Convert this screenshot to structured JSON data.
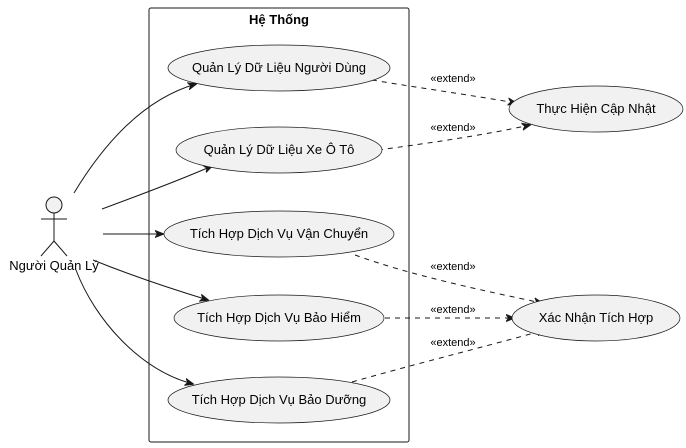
{
  "system": {
    "title": "Hệ Thống"
  },
  "actor": {
    "label": "Người Quản Lý"
  },
  "use_cases": {
    "manage_users": "Quản Lý Dữ Liệu Người Dùng",
    "manage_cars": "Quản Lý Dữ Liệu Xe Ô Tô",
    "shipping": "Tích Hợp Dịch Vụ Vận Chuyển",
    "insurance": "Tích Hợp Dịch Vụ Bảo Hiểm",
    "maintenance": "Tích Hợp Dịch Vụ Bảo Dưỡng",
    "perform_update": "Thực Hiện Cập Nhật",
    "confirm_integration": "Xác Nhận Tích Hợp"
  },
  "relations": {
    "extend_label": "«extend»"
  },
  "colors": {
    "use_case_fill": "#F1F1F1",
    "line": "#181818",
    "background": "#FFFFFF"
  }
}
